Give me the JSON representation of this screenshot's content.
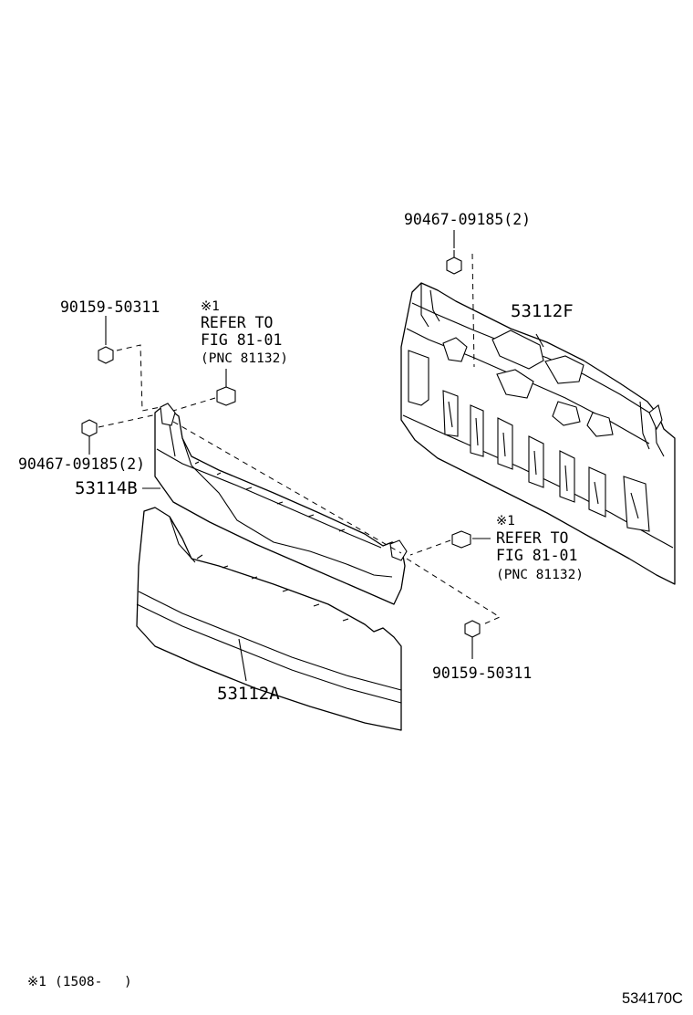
{
  "labels": {
    "bolt_top": "90467-09185(2)",
    "part_53112F": "53112F",
    "bolt_left_top": "90159-50311",
    "note_left_mark": "※1",
    "note_left_refer": "REFER TO",
    "note_left_fig": "FIG 81-01",
    "note_left_pnc": "(PNC 81132)",
    "bolt_left_mid": "90467-09185(2)",
    "part_53114B": "53114B",
    "note_right_mark": "※1",
    "note_right_refer": "REFER TO",
    "note_right_fig": "FIG 81-01",
    "note_right_pnc": "(PNC 81132)",
    "bolt_right_bottom": "90159-50311",
    "part_53112A": "53112A"
  },
  "footer": {
    "note_mark": "※1",
    "note_range": "(1508-",
    "note_close": ")",
    "diagram_code": "534170C"
  }
}
